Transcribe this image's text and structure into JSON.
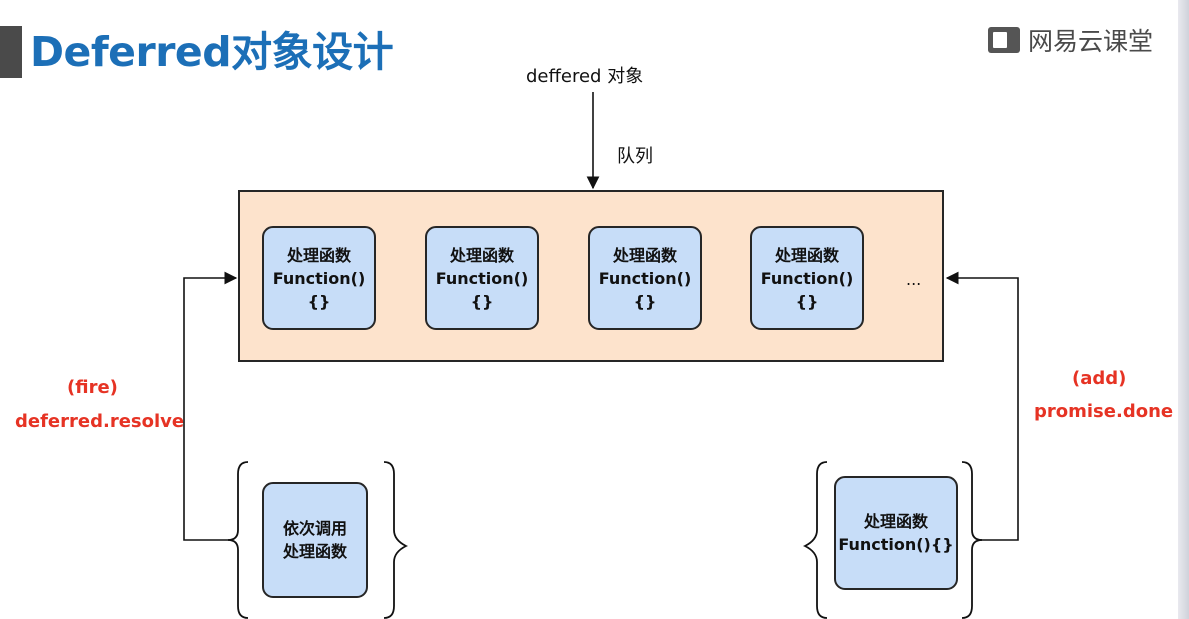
{
  "header": {
    "title": "Deferred对象设计",
    "logo_text": "网易云课堂"
  },
  "diagram": {
    "deferred_label": "deffered 对象",
    "queue_label": "队列",
    "queue_items": [
      {
        "line1": "处理函数",
        "line2": "Function()",
        "line3": "{}"
      },
      {
        "line1": "处理函数",
        "line2": "Function()",
        "line3": "{}"
      },
      {
        "line1": "处理函数",
        "line2": "Function()",
        "line3": "{}"
      },
      {
        "line1": "处理函数",
        "line2": "Function()",
        "line3": "{}"
      }
    ],
    "ellipsis": "...",
    "fire": {
      "line1": "(fire)",
      "line2": "deferred.resolve"
    },
    "add": {
      "line1": "(add)",
      "line2": "promise.done"
    },
    "left_box": {
      "line1": "依次调用",
      "line2": "处理函数"
    },
    "right_box": {
      "line1": "处理函数",
      "line2": "Function(){}"
    }
  },
  "colors": {
    "title": "#1c6fb7",
    "queue_fill": "#fde3cc",
    "box_fill": "#c7ddf8",
    "accent_red": "#e63324"
  }
}
